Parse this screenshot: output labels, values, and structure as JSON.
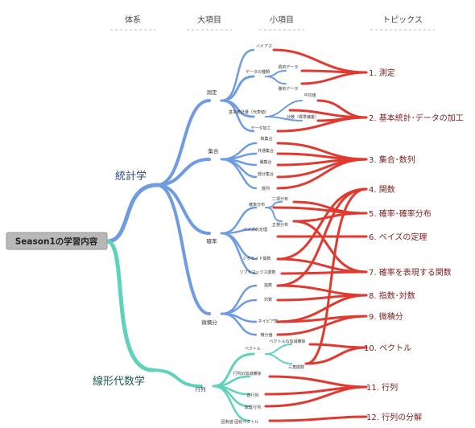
{
  "headers": {
    "system": "体系",
    "major": "大項目",
    "minor": "小項目",
    "topics": "トピックス"
  },
  "root": "Season1の学習内容",
  "systems": {
    "statistics": "統計学",
    "linear_algebra": "線形代数学"
  },
  "major_items": {
    "measurement": "測定",
    "sets": "集合",
    "probability": "確率",
    "calculus": "微積分",
    "matrix": "行列"
  },
  "minor_items": {
    "bias": "バイアス",
    "data_types": "データの種類",
    "qualitative_data": "質的データ",
    "quantitative_data": "量的データ",
    "mean": "平均値",
    "basic_stats": "基本統計量（代表値）",
    "dispersion": "分散（標準偏差）",
    "data_processing": "データ加工",
    "union": "和集合",
    "intersection": "共通集合",
    "complement": "補集合",
    "subset": "部分集合",
    "sequence": "数列",
    "binomial": "二項分布",
    "prob_dist": "確率分布",
    "bayes": "ベイズの定理",
    "normal": "正規分布",
    "sigmoid": "シグモイド関数",
    "softmax": "ソフトマックス関数",
    "exp_log": "指数",
    "log": "対数",
    "napier": "ネイピア数",
    "derivative": "微分値",
    "vector": "ベクトル",
    "vector_ops": "ベクトルの加減乗除",
    "trig": "三角関数",
    "matrix_ops": "行列の加減乗除",
    "inverse": "逆行列",
    "transpose": "転置行列",
    "eigen": "固有値 固有ベクトル"
  },
  "topics": [
    "1.  測定",
    "2.  基本統計･データの加工",
    "3.  集合･数列",
    "4.  関数",
    "5.  確率･確率分布",
    "6.  ベイズの定理",
    "7.  確率を表現する関数",
    "8.  指数･対数",
    "9.  微積分",
    "10.  ベクトル",
    "11.  行列",
    "12.  行列の分解"
  ],
  "colors": {
    "statistics_branch": "#6f9be0",
    "linear_branch": "#5fd2bd",
    "topic_link": "#e03a30",
    "topic_text": "#7a1c1c"
  }
}
